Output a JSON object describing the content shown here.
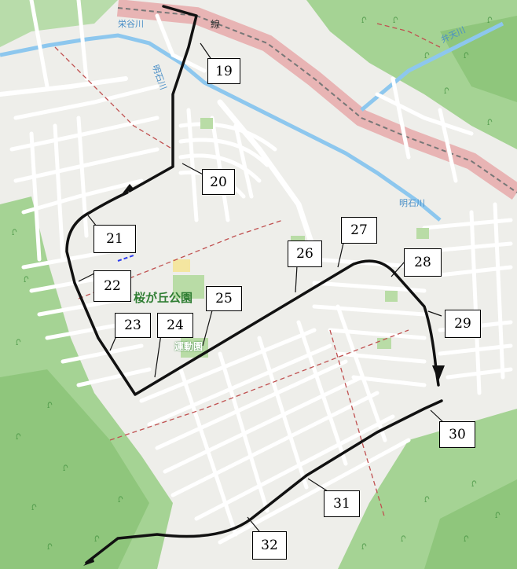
{
  "map": {
    "colors": {
      "background": "#e8efe4",
      "urban": "#eeeeea",
      "forest": "#9fcf8d",
      "forest_dark": "#8cc47a",
      "road": "#ffffff",
      "road_casing": "#c9c9c9",
      "water": "#8dc7ee",
      "rail": "#e8aeb0",
      "boundary": "#c05050",
      "route": "#111111"
    },
    "place_labels": {
      "river_1": "栄谷川",
      "river_2": "明石川",
      "river_3": "明石川",
      "river_4": "弁天川",
      "rail_name": "線",
      "park_name": "桜が丘公園",
      "park_sub": "運動園"
    },
    "route_markers": [
      {
        "id": "m19",
        "text": "19"
      },
      {
        "id": "m20",
        "text": "20"
      },
      {
        "id": "m21",
        "text": "21"
      },
      {
        "id": "m22",
        "text": "22"
      },
      {
        "id": "m23",
        "text": "23"
      },
      {
        "id": "m24",
        "text": "24"
      },
      {
        "id": "m25",
        "text": "25"
      },
      {
        "id": "m26",
        "text": "26"
      },
      {
        "id": "m27",
        "text": "27"
      },
      {
        "id": "m28",
        "text": "28"
      },
      {
        "id": "m29",
        "text": "29"
      },
      {
        "id": "m30",
        "text": "30"
      },
      {
        "id": "m31",
        "text": "31"
      },
      {
        "id": "m32",
        "text": "32"
      }
    ]
  }
}
